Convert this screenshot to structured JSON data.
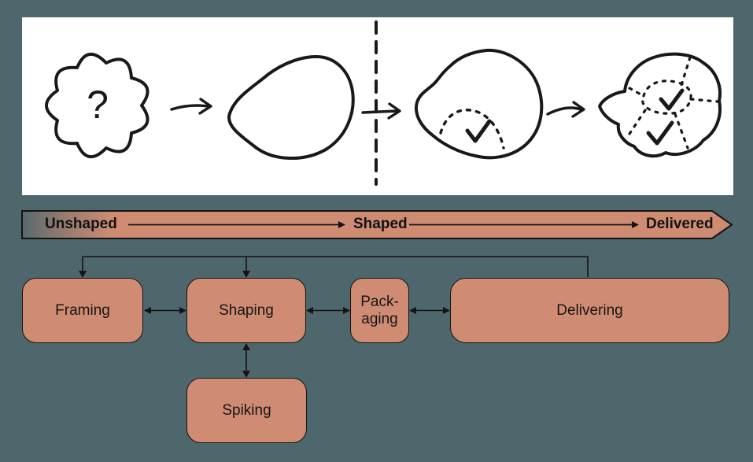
{
  "colors": {
    "background": "#4e676c",
    "panel_background": "#ffffff",
    "accent_fill": "#cf8c72",
    "ink": "#161616"
  },
  "sketch": {
    "question_mark": "?",
    "checkmark_symbol": "✓"
  },
  "timeline": {
    "unshaped_label": "Unshaped",
    "shaped_label": "Shaped",
    "delivered_label": "Delivered"
  },
  "flowchart": {
    "nodes": [
      {
        "id": "framing",
        "label": "Framing"
      },
      {
        "id": "shaping",
        "label": "Shaping"
      },
      {
        "id": "packaging",
        "label": "Pack-aging"
      },
      {
        "id": "delivering",
        "label": "Delivering"
      },
      {
        "id": "spiking",
        "label": "Spiking"
      }
    ]
  }
}
